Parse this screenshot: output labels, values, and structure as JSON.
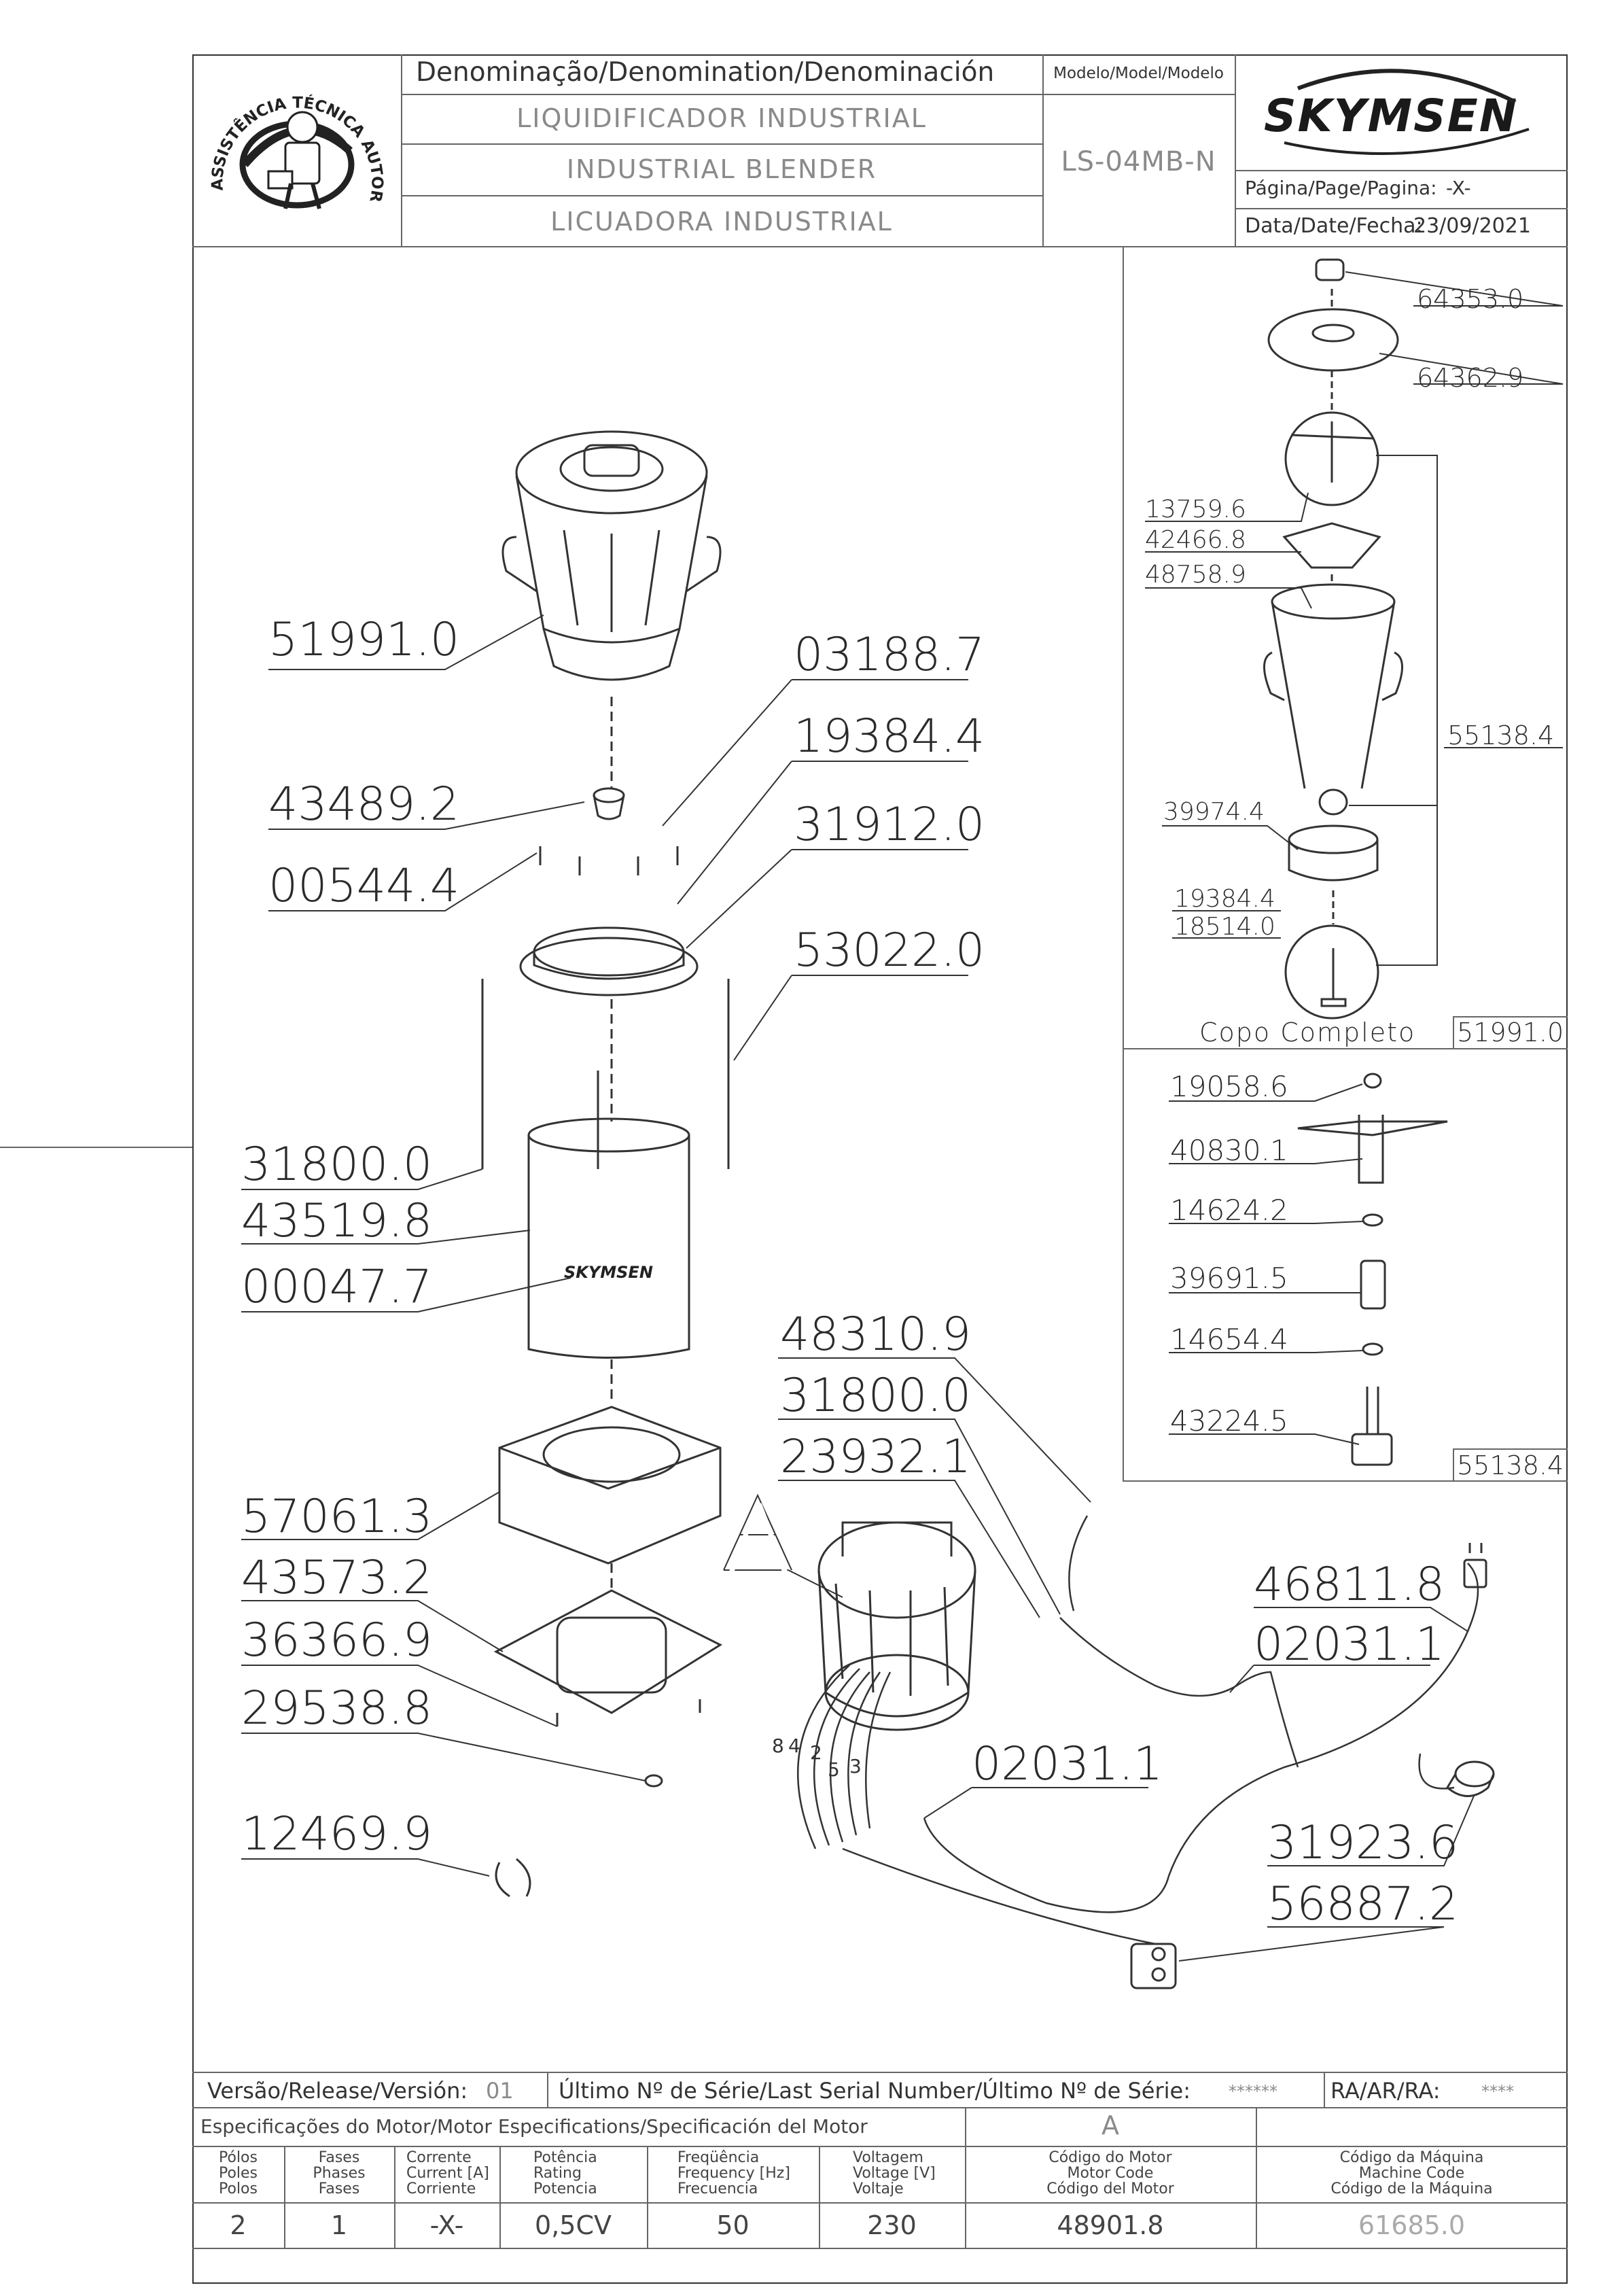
{
  "header": {
    "denomination_label": "Denominação/Denomination/Denominación",
    "name_pt": "LIQUIDIFICADOR INDUSTRIAL",
    "name_en": "INDUSTRIAL BLENDER",
    "name_es": "LICUADORA INDUSTRIAL",
    "model_label": "Modelo/Model/Modelo",
    "model_value": "LS-04MB-N",
    "brand": "SKYMSEN",
    "page_label": "Página/Page/Pagina:",
    "page_value": "-X-",
    "date_label": "Data/Date/Fecha:",
    "date_value": "23/09/2021",
    "seal_text": "ASSISTÊNCIA TÉCNICA AUTORIZADA"
  },
  "main_parts": [
    "51991.0",
    "43489.2",
    "00544.4",
    "03188.7",
    "19384.4",
    "31912.0",
    "53022.0",
    "31800.0",
    "43519.8",
    "00047.7",
    "57061.3",
    "43573.2",
    "36366.9",
    "29538.8",
    "12469.9"
  ],
  "motor_parts": [
    "48310.9",
    "31800.0",
    "23932.1",
    "46811.8",
    "02031.1",
    "02031.1",
    "31923.6",
    "56887.2"
  ],
  "motor_view_label": "A",
  "wire_numbers": [
    "8",
    "4",
    "2",
    "5",
    "3"
  ],
  "cup_panel": {
    "parts": [
      "64353.0",
      "64362.9",
      "13759.6",
      "42466.8",
      "48758.9",
      "55138.4",
      "39974.4",
      "19384.4",
      "18514.0"
    ],
    "title": "Copo Completo",
    "code": "51991.0"
  },
  "blade_panel": {
    "parts": [
      "19058.6",
      "40830.1",
      "14624.2",
      "39691.5",
      "14654.4",
      "43224.5"
    ],
    "code": "55138.4"
  },
  "footer": {
    "version_label": "Versão/Release/Versión:",
    "version_value": "01",
    "serial_label": "Último Nº de Série/Last Serial Number/Último Nº de Série:",
    "serial_value": "******",
    "ra_label": "RA/AR/RA:",
    "ra_value": "****",
    "motor_spec_label": "Especificações do Motor/Motor Especifications/Specificación del Motor",
    "motor_spec_ref": "A",
    "columns": [
      {
        "l1": "Pólos",
        "l2": "Poles",
        "l3": "Polos",
        "value": "2"
      },
      {
        "l1": "Fases",
        "l2": "Phases",
        "l3": "Fases",
        "value": "1"
      },
      {
        "l1": "Corrente",
        "l2": "Current [A]",
        "l3": "Corriente",
        "value": "-X-"
      },
      {
        "l1": "Potência",
        "l2": "Rating",
        "l3": "Potencia",
        "value": "0,5CV"
      },
      {
        "l1": "Freqüência",
        "l2": "Frequency [Hz]",
        "l3": "Frecuencia",
        "value": "50"
      },
      {
        "l1": "Voltagem",
        "l2": "Voltage [V]",
        "l3": "Voltaje",
        "value": "230"
      },
      {
        "l1": "Código do Motor",
        "l2": "Motor Code",
        "l3": "Código del Motor",
        "value": "48901.8"
      },
      {
        "l1": "Código da Máquina",
        "l2": "Machine Code",
        "l3": "Código de la Máquina",
        "value": "61685.0"
      }
    ]
  }
}
